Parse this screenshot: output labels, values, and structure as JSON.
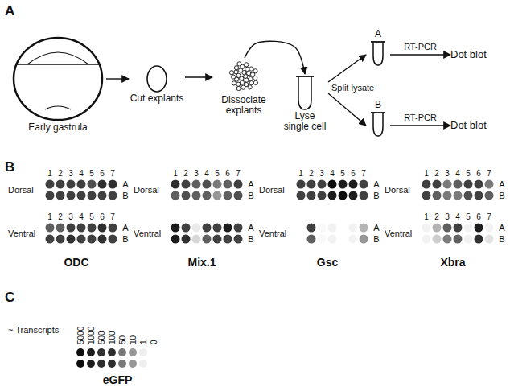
{
  "diagram": {
    "nodes": [
      {
        "text": [
          "Early gastrula"
        ]
      },
      {
        "text": [
          "Cut explants"
        ]
      },
      {
        "text": [
          "Dissociate explants"
        ]
      },
      {
        "text": [
          "Lyse single cell"
        ]
      },
      {
        "text": [
          "A"
        ]
      },
      {
        "text": [
          "B"
        ]
      },
      {
        "text": [
          "Dot blot"
        ]
      },
      {
        "text": [
          "Dot blot"
        ]
      }
    ],
    "edges": [
      {
        "from": 0,
        "to": 1,
        "arrow": "to"
      },
      {
        "from": 1,
        "to": 2,
        "arrow": "to"
      },
      {
        "from": 2,
        "to": 3,
        "arrow": "to"
      },
      {
        "from": 3,
        "to": 4,
        "arrow": "to"
      },
      {
        "from": 3,
        "to": 5,
        "arrow": "to"
      },
      {
        "from": 4,
        "to": 6,
        "label": "RT-PCR",
        "arrow": "to"
      },
      {
        "from": 5,
        "to": 7,
        "label": "RT-PCR",
        "arrow": "to"
      }
    ],
    "labels": [
      "A",
      "Split lysate",
      "B",
      "Dorsal",
      "1",
      "2",
      "3",
      "4",
      "5",
      "6",
      "7",
      "A",
      "B",
      "Ventral",
      "1",
      "2",
      "3",
      "4",
      "5",
      "6",
      "7",
      "A",
      "B",
      "ODC",
      "Dorsal",
      "1",
      "2",
      "3",
      "4",
      "5",
      "6",
      "7",
      "A",
      "B",
      "Ventral",
      "A",
      "B",
      "Mix.1",
      "Dorsal",
      "1",
      "2",
      "3",
      "4",
      "5",
      "6",
      "7",
      "A",
      "B",
      "Ventral",
      "A",
      "B",
      "Gsc",
      "Dorsal",
      "1",
      "2",
      "3",
      "4",
      "5",
      "6",
      "7",
      "A",
      "B",
      "Ventral",
      "1",
      "2",
      "3",
      "4",
      "5",
      "6",
      "7",
      "A",
      "B",
      "Xbra",
      "C",
      "~ Transcripts",
      "5000",
      "1000",
      "500",
      "100",
      "50",
      "10",
      "1",
      "0",
      "eGFP"
    ]
  }
}
